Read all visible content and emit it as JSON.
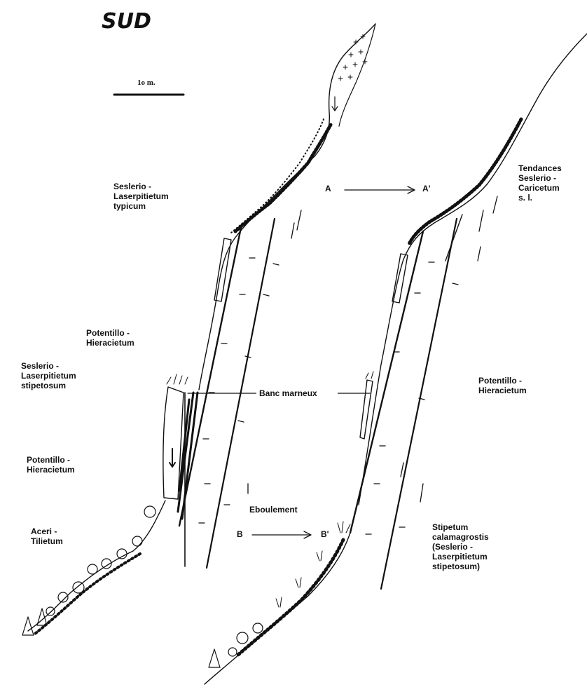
{
  "title": "SUD",
  "scale_label": "1o m.",
  "profile_markers": {
    "a": "A",
    "a_prime": "A'",
    "b": "B",
    "b_prime": "B'"
  },
  "labels": {
    "left_top": [
      "Seslerio -",
      "Laserpitietum",
      "typicum"
    ],
    "left_potentillo_upper": [
      "Potentillo -",
      "Hieracietum"
    ],
    "left_stipetosum": [
      "Seslerio -",
      "Laserpitietum",
      "stipetosum"
    ],
    "left_potentillo_lower": [
      "Potentillo -",
      "Hieracietum"
    ],
    "left_aceri": [
      "Aceri -",
      "Tilietum"
    ],
    "banc_marneux": "Banc marneux",
    "eboulement": "Eboulement",
    "right_tendances": [
      "Tendances",
      "Seslerio -",
      "Caricetum",
      "s. l."
    ],
    "right_potentillo": [
      "Potentillo -",
      "Hieracietum"
    ],
    "right_stipetum": [
      "Stipetum",
      "calamagrostis",
      "(Seslerio -",
      "Laserpitietum",
      "stipetosum)"
    ]
  }
}
